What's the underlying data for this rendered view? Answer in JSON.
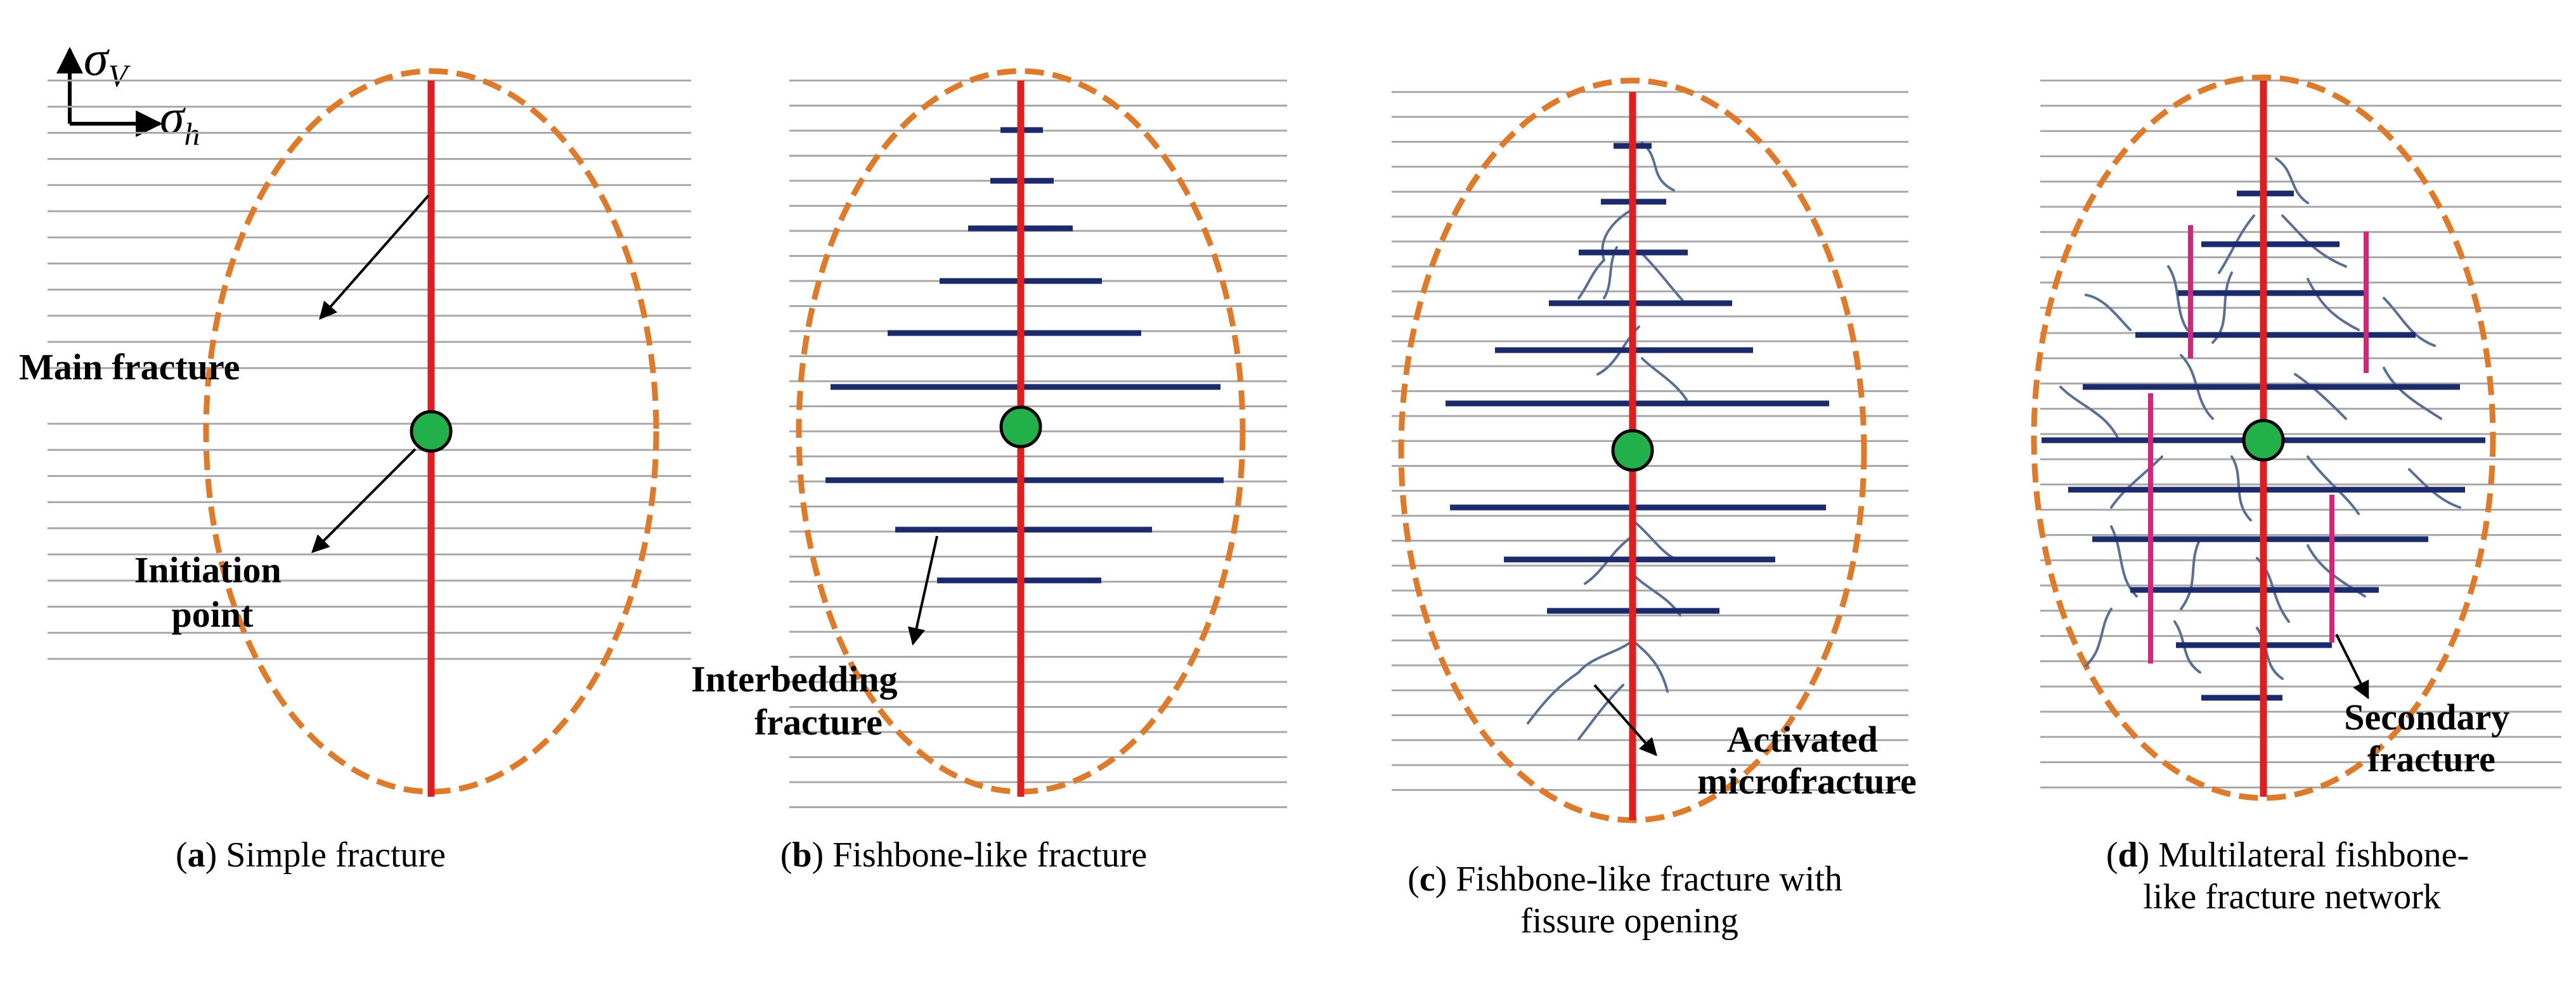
{
  "axes": {
    "sigma": "σ",
    "vertical_sub": "V",
    "horizontal_sub": "h"
  },
  "colors": {
    "bedding": "#a8a8a8",
    "ellipse": "#e07a28",
    "main_fracture": "#e01e1e",
    "interbedding": "#1a2a6c",
    "micro": "#5a6f96",
    "secondary": "#d8237a",
    "point": "#22b04a"
  },
  "panels": [
    {
      "id": "a",
      "caption_letter": "a",
      "caption_lines": [
        "Simple fracture"
      ],
      "labels": [
        {
          "lines": [
            "Main fracture"
          ]
        },
        {
          "lines": [
            "Initiation",
            "point"
          ]
        }
      ]
    },
    {
      "id": "b",
      "caption_letter": "b",
      "caption_lines": [
        "Fishbone-like fracture"
      ],
      "labels": [
        {
          "lines": [
            "Interbedding",
            "fracture"
          ]
        }
      ]
    },
    {
      "id": "c",
      "caption_letter": "c",
      "caption_lines": [
        "Fishbone-like fracture with",
        "fissure opening"
      ],
      "labels": [
        {
          "lines": [
            "Activated",
            "microfracture"
          ]
        }
      ]
    },
    {
      "id": "d",
      "caption_letter": "d",
      "caption_lines": [
        "Multilateral fishbone-",
        "like fracture network"
      ],
      "labels": [
        {
          "lines": [
            "Secondary",
            "fracture"
          ]
        }
      ]
    }
  ]
}
